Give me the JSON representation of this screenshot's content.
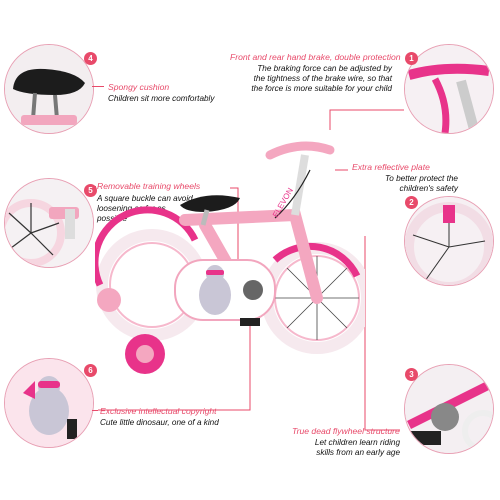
{
  "brand": "ELEVON",
  "features": [
    {
      "num": "1",
      "title": "Front and rear hand brake, double protection",
      "desc": "The braking force can be adjusted by the tightness of the brake wire, so that the force is more suitable for your child"
    },
    {
      "num": "2",
      "title": "Extra reflective plate",
      "desc": "To better protect the children's safety"
    },
    {
      "num": "3",
      "title": "True dead flywheel structure",
      "desc": "Let children learn riding skills from an early age"
    },
    {
      "num": "4",
      "title": "Spongy cushion",
      "desc": "Children sit more comfortably"
    },
    {
      "num": "5",
      "title": "Removable training wheels",
      "desc": "A square buckle can avoid loosening as far as possible"
    },
    {
      "num": "6",
      "title": "Exclusive intellectual copyright",
      "desc": "Cute little dinosaur, one of a kind"
    }
  ],
  "colors": {
    "accent": "#e84a6a",
    "bike_pink": "#f4a7c0",
    "bike_magenta": "#e8338a",
    "tire": "#f6e9ee"
  }
}
